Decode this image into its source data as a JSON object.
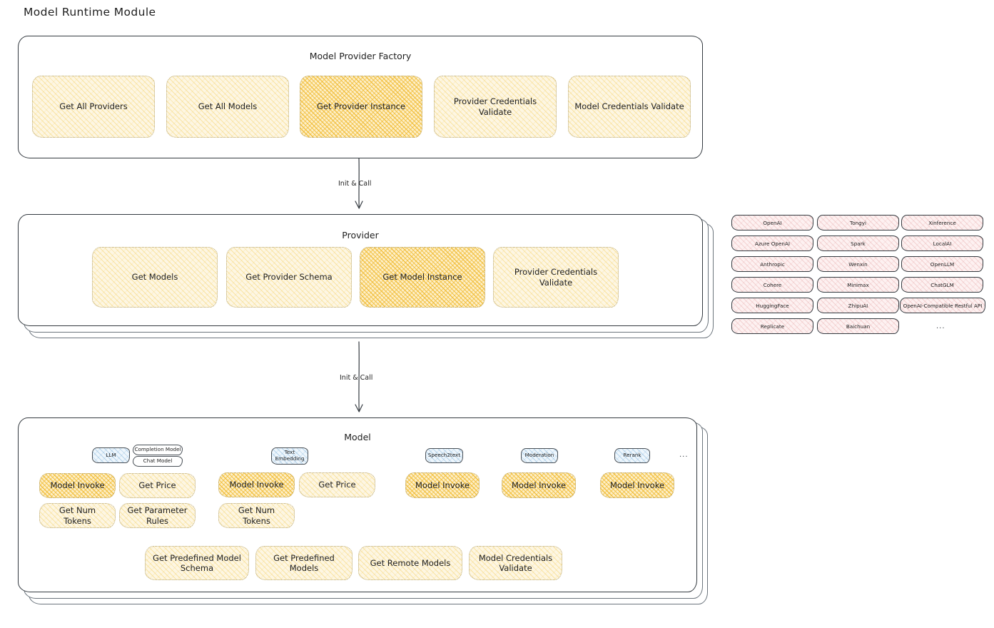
{
  "page": {
    "title": "Model Runtime Module"
  },
  "colors": {
    "accent_light": "#fdf6e3",
    "accent_strong": "#fdefc9",
    "blue": "#eef6fc",
    "pink": "#fdf1f1",
    "stroke": "#343a40",
    "text": "#1e1e1e"
  },
  "factory": {
    "title": "Model Provider Factory",
    "items": [
      {
        "label": "Get All Providers",
        "highlight": false
      },
      {
        "label": "Get All Models",
        "highlight": false
      },
      {
        "label": "Get Provider Instance",
        "highlight": true
      },
      {
        "label": "Provider Credentials Validate",
        "highlight": false
      },
      {
        "label": "Model Credentials Validate",
        "highlight": false
      }
    ]
  },
  "arrows": [
    {
      "label": "Init & Call"
    },
    {
      "label": "Init & Call"
    }
  ],
  "provider": {
    "title": "Provider",
    "items": [
      {
        "label": "Get Models",
        "highlight": false
      },
      {
        "label": "Get Provider Schema",
        "highlight": false
      },
      {
        "label": "Get Model Instance",
        "highlight": true
      },
      {
        "label": "Provider Credentials Validate",
        "highlight": false
      }
    ]
  },
  "provider_list": {
    "columns": [
      {
        "chips": [
          "OpenAI",
          "Azure OpenAI",
          "Anthropic",
          "Cohere",
          "HuggingFace",
          "Replicate"
        ],
        "ellipsis": false
      },
      {
        "chips": [
          "Tongyi",
          "Spark",
          "Wenxin",
          "Minimax",
          "ZhipuAI",
          "Baichuan"
        ],
        "ellipsis": false
      },
      {
        "chips": [
          "Xinference",
          "LocalAI",
          "OpenLLM",
          "ChatGLM",
          "OpenAI-Compatible Restful API"
        ],
        "ellipsis": true
      }
    ],
    "ellipsis_label": "..."
  },
  "model": {
    "title": "Model",
    "ellipsis_label": "...",
    "types": [
      {
        "name": "LLM",
        "subtypes": [
          "Completion Model",
          "Chat Model"
        ],
        "methods": [
          {
            "label": "Model Invoke",
            "highlight": true
          },
          {
            "label": "Get Price",
            "highlight": false
          },
          {
            "label": "Get Num Tokens",
            "highlight": false
          },
          {
            "label": "Get Parameter Rules",
            "highlight": false
          }
        ]
      },
      {
        "name": "Text Embedding",
        "subtypes": [],
        "methods": [
          {
            "label": "Model Invoke",
            "highlight": true
          },
          {
            "label": "Get Price",
            "highlight": false
          },
          {
            "label": "Get Num Tokens",
            "highlight": false
          }
        ]
      },
      {
        "name": "Speech2text",
        "subtypes": [],
        "methods": [
          {
            "label": "Model Invoke",
            "highlight": true
          }
        ]
      },
      {
        "name": "Moderation",
        "subtypes": [],
        "methods": [
          {
            "label": "Model Invoke",
            "highlight": true
          }
        ]
      },
      {
        "name": "Rerank",
        "subtypes": [],
        "methods": [
          {
            "label": "Model Invoke",
            "highlight": true
          }
        ]
      }
    ],
    "common_methods": [
      {
        "label": "Get Predefined Model Schema"
      },
      {
        "label": "Get Predefined Models"
      },
      {
        "label": "Get Remote Models"
      },
      {
        "label": "Model Credentials Validate"
      }
    ]
  }
}
